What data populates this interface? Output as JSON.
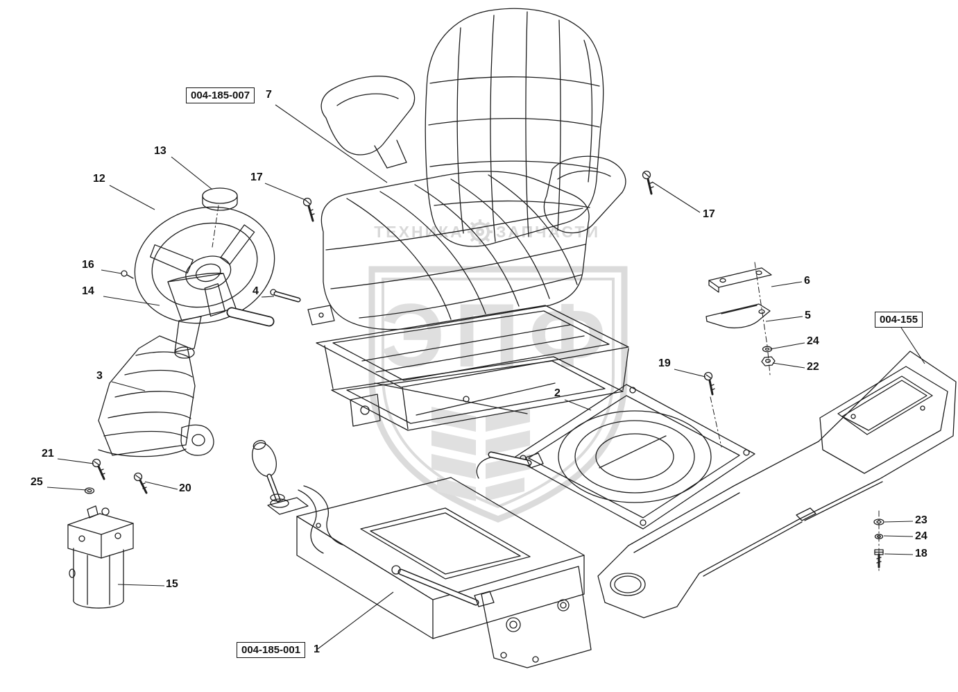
{
  "diagram": {
    "background": "#ffffff",
    "line_color": "#1c1c1c"
  },
  "ref_labels": {
    "seat_assembly": "004-185-007",
    "mounting_frame": "004-155",
    "seat_base": "004-185-001"
  },
  "callouts": {
    "n1": "1",
    "n2": "2",
    "n3": "3",
    "n4": "4",
    "n5": "5",
    "n6": "6",
    "n7": "7",
    "n12": "12",
    "n13": "13",
    "n14": "14",
    "n15": "15",
    "n16": "16",
    "n17a": "17",
    "n17b": "17",
    "n18": "18",
    "n19": "19",
    "n20": "20",
    "n21": "21",
    "n22": "22",
    "n23": "23",
    "n24a": "24",
    "n24b": "24",
    "n25": "25"
  },
  "watermark": {
    "left_text": "ТЕХНИКА",
    "right_text": "ЗАПЧАСТИ",
    "shield_letters": "ЭПФ",
    "color": "#c9c9c9"
  }
}
